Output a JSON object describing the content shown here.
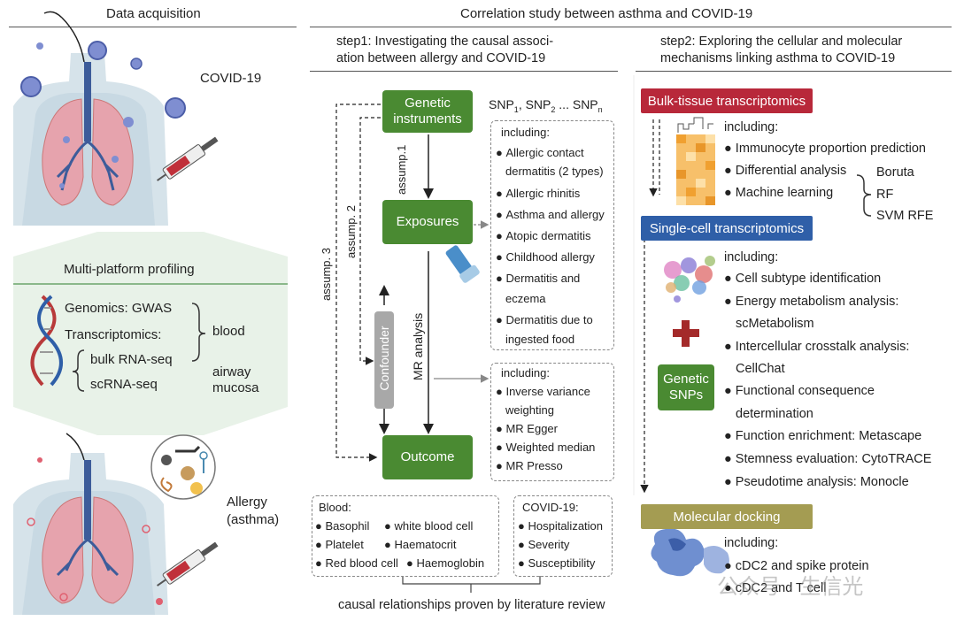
{
  "headers": {
    "left": "Data acquisition",
    "right": "Correlation study between asthma and COVID-19",
    "step1": "step1: Investigating the causal association between allergy and COVID-19",
    "step1_line1": "step1: Investigating the causal associ-",
    "step1_line2": "ation between allergy and COVID-19",
    "step2_line1": "step2: Exploring the cellular and molecular",
    "step2_line2": "mechanisms linking asthma to COVID-19"
  },
  "left": {
    "covid_label": "COVID-19",
    "profiling_title": "Multi-platform profiling",
    "genomics": "Genomics: GWAS",
    "transcriptomics": "Transcriptomics:",
    "bulk": "bulk RNA-seq",
    "scrna": "scRNA-seq",
    "blood": "blood",
    "airway1": "airway",
    "airway2": "mucosa",
    "allergy1": "Allergy",
    "allergy2": "(asthma)"
  },
  "step1": {
    "genetic1": "Genetic",
    "genetic2": "instruments",
    "exposures": "Exposures",
    "outcome": "Outcome",
    "confounder": "Confounder",
    "assump1": "assump.1",
    "assump2": "assump. 2",
    "assump3": "assump. 3",
    "mr_analysis": "MR analysis",
    "snp_text": "SNP",
    "snp_sub1": "1",
    "snp_sub2": "2",
    "snp_subn": "n",
    "snp_sep": ", ",
    "snp_dots": " ... ",
    "exposure_list_title": "including:",
    "exposure_items": [
      "Allergic contact",
      "dermatitis (2 types)",
      "Allergic rhinitis",
      "Asthma and allergy",
      "Atopic dermatitis",
      "Childhood allergy",
      "Dermatitis and",
      "eczema",
      "Dermatitis due to",
      "ingested food"
    ],
    "method_list_title": "including:",
    "method_items": [
      "Inverse variance",
      "weighting",
      "MR Egger",
      "Weighted median",
      "MR Presso"
    ],
    "blood_title": "Blood:",
    "blood_items": [
      "Basophil",
      "white blood cell",
      "Platelet",
      "Haematocrit",
      "Red blood cell",
      "Haemoglobin"
    ],
    "covid_title": "COVID-19:",
    "covid_items": [
      "Hospitalization",
      "Severity",
      "Susceptibility"
    ],
    "footer": "causal relationships proven by literature review"
  },
  "step2": {
    "bulk_title": "Bulk-tissue transcriptomics",
    "bulk_including": "including:",
    "bulk_items": [
      "Immunocyte proportion prediction",
      "Differential analysis",
      "Machine learning"
    ],
    "ml_methods": [
      "Boruta",
      "RF",
      "SVM RFE"
    ],
    "sc_title": "Single-cell transcriptomics",
    "sc_including": "including:",
    "sc_items": [
      "Cell subtype identification",
      "Energy metabolism analysis:",
      "scMetabolism",
      "Intercellular crosstalk analysis:",
      "CellChat",
      "Functional consequence",
      "determination",
      "Function enrichment: Metascape",
      "Stemness evaluation: CytoTRACE",
      "Pseudotime analysis: Monocle"
    ],
    "genetic1": "Genetic",
    "genetic2": "SNPs",
    "dock_title": "Molecular docking",
    "dock_including": "including:",
    "dock_items": [
      "cDC2 and spike protein",
      "cDC2 and T cell"
    ],
    "watermark": "公众号 · 生信光"
  },
  "colors": {
    "green": "#4a8a32",
    "red": "#b8283a",
    "blue": "#2f5fa8",
    "olive": "#a49c52",
    "grey": "#a8a8a8",
    "dark_red": "#a42a2a"
  }
}
